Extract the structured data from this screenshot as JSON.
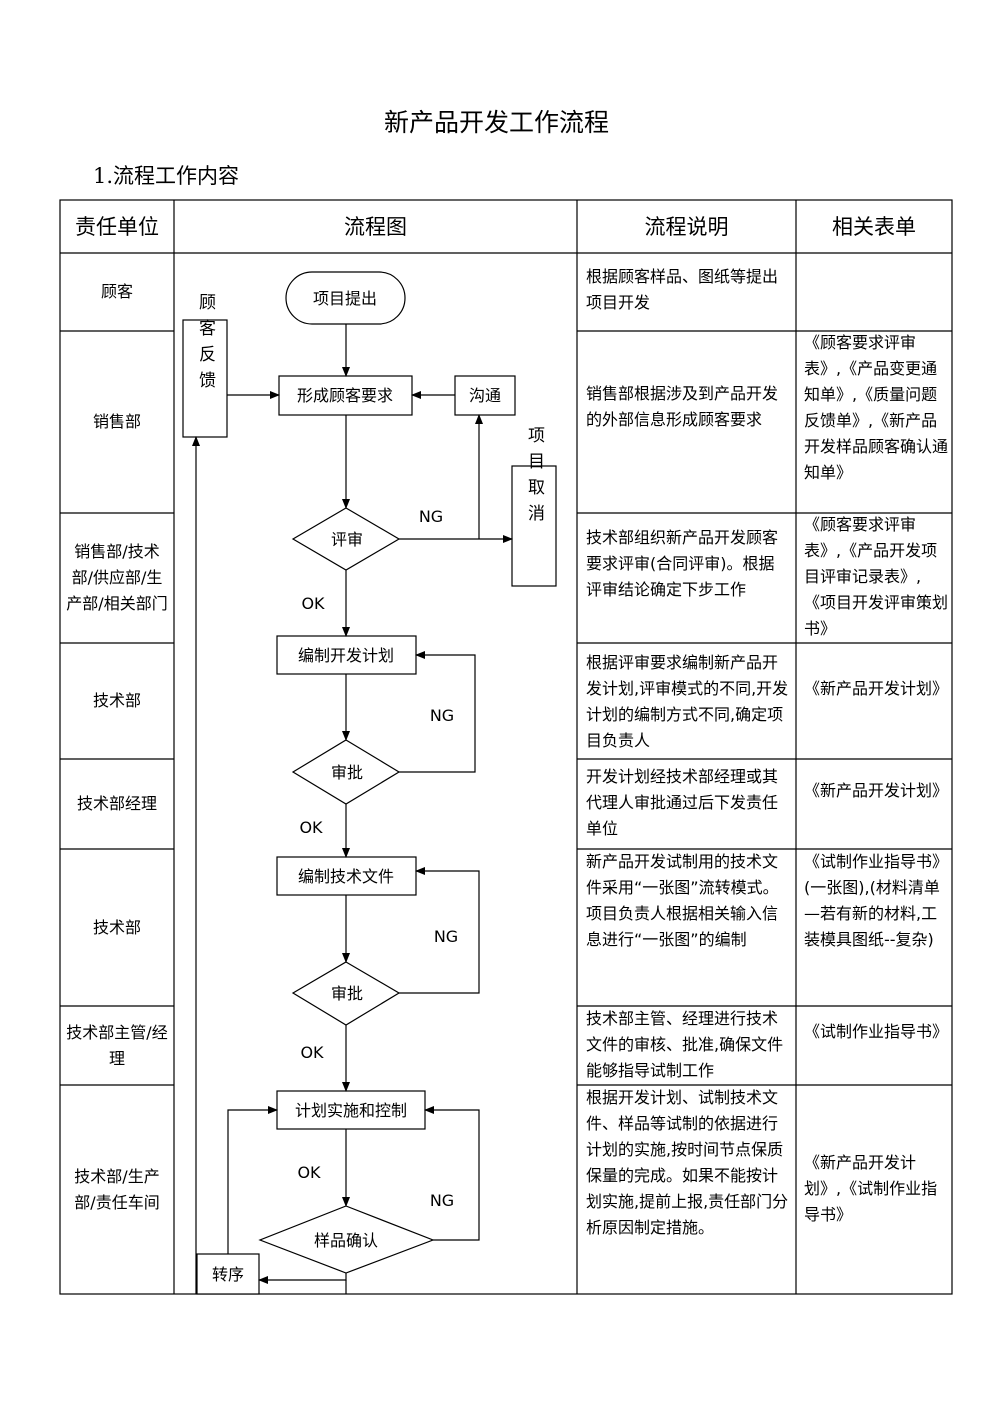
{
  "title": "新产品开发工作流程",
  "section": "1.流程工作内容",
  "headers": {
    "unit": "责任单位",
    "flow": "流程图",
    "desc": "流程说明",
    "forms": "相关表单"
  },
  "rows": [
    {
      "unit": "顾客",
      "desc": "根据顾客样品、图纸等提出项目开发",
      "forms": ""
    },
    {
      "unit": "销售部",
      "desc": "销售部根据涉及到产品开发的外部信息形成顾客要求",
      "forms": "《顾客要求评审表》,《产品变更通知单》,《质量问题反馈单》,《新产品开发样品顾客确认通知单》"
    },
    {
      "unit": "销售部/技术部/供应部/生产部/相关部门",
      "desc": "技术部组织新产品开发顾客要求评审(合同评审)。根据评审结论确定下步工作",
      "forms": "《顾客要求评审表》,《产品开发项目评审记录表》,《项目开发评审策划书》"
    },
    {
      "unit": "技术部",
      "desc": "根据评审要求编制新产品开发计划,评审模式的不同,开发计划的编制方式不同,确定项目负责人",
      "forms": "《新产品开发计划》"
    },
    {
      "unit": "技术部经理",
      "desc": "开发计划经技术部经理或其代理人审批通过后下发责任单位",
      "forms": "《新产品开发计划》"
    },
    {
      "unit": "技术部",
      "desc": "新产品开发试制用的技术文件采用“一张图”流转模式。项目负责人根据相关输入信息进行“一张图”的编制",
      "forms": "《试制作业指导书》(一张图),(材料清单—若有新的材料,工装模具图纸--复杂)"
    },
    {
      "unit": "技术部主管/经理",
      "desc": "技术部主管、经理进行技术文件的审核、批准,确保文件能够指导试制工作",
      "forms": "《试制作业指导书》"
    },
    {
      "unit": "技术部/生产部/责任车间",
      "desc": "根据开发计划、试制技术文件、样品等试制的依据进行计划的实施,按时间节点保质保量的完成。如果不能按计划实施,提前上报,责任部门分析原因制定措施。",
      "forms": "《新产品开发计划》,《试制作业指导书》"
    }
  ],
  "flow": {
    "start": "项目提出",
    "feedback": "顾客反馈",
    "form_req": "形成顾客要求",
    "communicate": "沟通",
    "cancel": "项目取消",
    "review": "评审",
    "plan": "编制开发计划",
    "approve1": "审批",
    "techdoc": "编制技术文件",
    "approve2": "审批",
    "implement": "计划实施和控制",
    "sample": "样品确认",
    "transfer": "转序",
    "ng": "NG",
    "ok": "OK"
  }
}
